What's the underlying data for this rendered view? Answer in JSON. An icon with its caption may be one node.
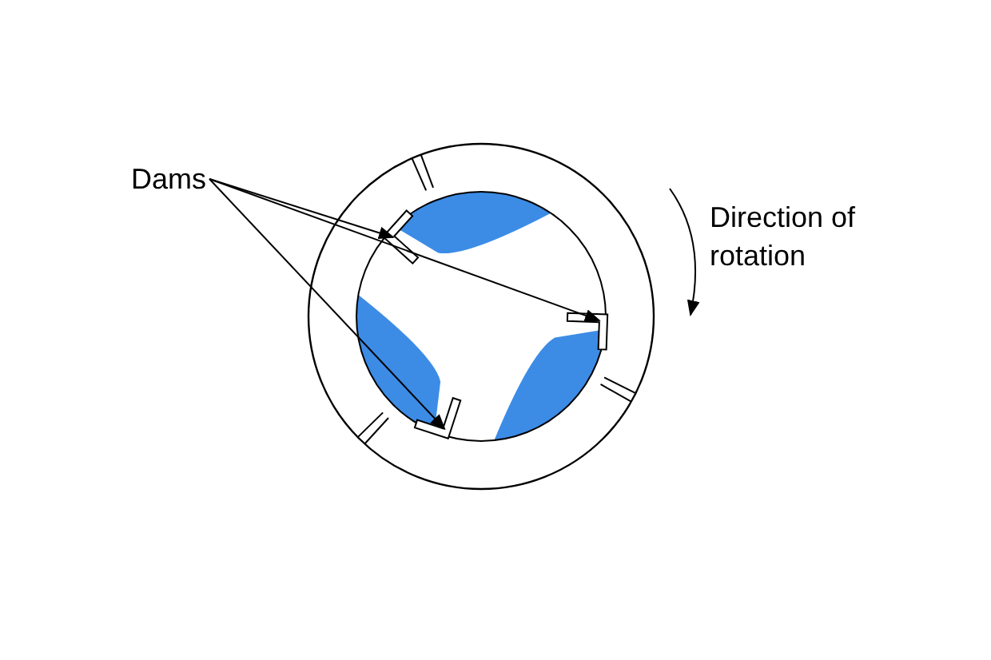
{
  "diagram": {
    "nodes": [
      {
        "text": [
          "Dams"
        ]
      },
      {
        "text": [],
        "shape": "box"
      },
      {
        "text": [],
        "shape": "box"
      },
      {
        "text": [],
        "shape": "box"
      }
    ],
    "edges": [
      {
        "from": 0,
        "to": 1,
        "arrow": "to"
      },
      {
        "from": 0,
        "to": 2,
        "arrow": "to"
      },
      {
        "from": 0,
        "to": 3,
        "arrow": "to"
      }
    ],
    "labels": [
      "Direction of rotation"
    ]
  }
}
